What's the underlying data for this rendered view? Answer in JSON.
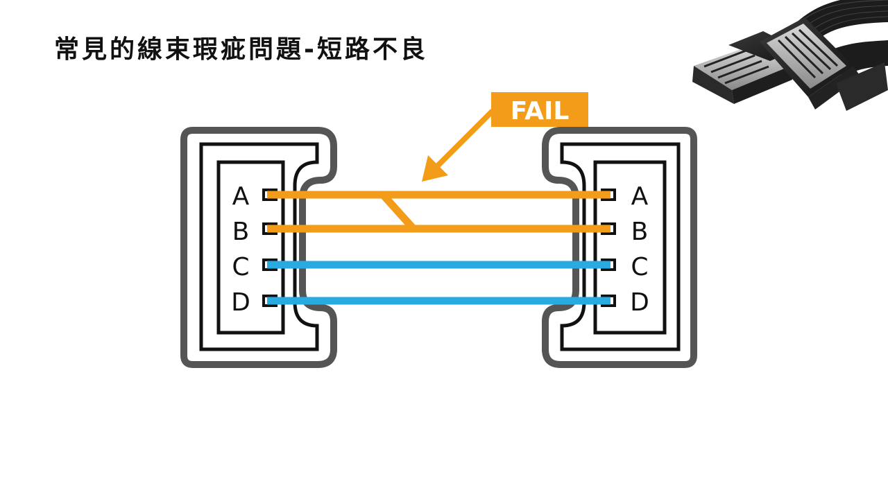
{
  "title": "常見的線束瑕疵問題-短路不良",
  "callout": {
    "label": "FAIL",
    "color": "#f39c19"
  },
  "connectors": {
    "left": {
      "pins": [
        "A",
        "B",
        "C",
        "D"
      ]
    },
    "right": {
      "pins": [
        "A",
        "B",
        "C",
        "D"
      ]
    }
  },
  "wires": [
    {
      "pin": "A",
      "color": "#f39c19",
      "status": "short"
    },
    {
      "pin": "B",
      "color": "#f39c19",
      "status": "short"
    },
    {
      "pin": "C",
      "color": "#29abe2",
      "status": "ok"
    },
    {
      "pin": "D",
      "color": "#29abe2",
      "status": "ok"
    }
  ],
  "short_circuit": {
    "between": [
      "A",
      "B"
    ]
  },
  "colors": {
    "shell_outer": "#555555",
    "shell_inner": "#111111",
    "pin": "#111111"
  },
  "photo": {
    "subject": "scart-cable-connectors"
  }
}
